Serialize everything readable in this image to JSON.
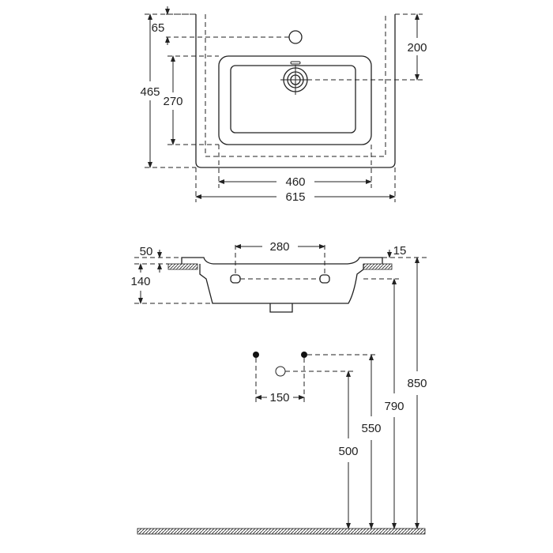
{
  "dimensions": {
    "top_view": {
      "tap_hole_offset": "65",
      "waste_offset": "200",
      "total_depth": "465",
      "bowl_depth": "270",
      "bowl_width": "460",
      "total_width": "615"
    },
    "side_view": {
      "overflow_spacing": "280",
      "rim_height": "50",
      "bowl_height": "140",
      "counter_thickness": "15",
      "supply_spacing": "150",
      "drain_height": "500",
      "supply_height": "550",
      "underside_height": "790",
      "top_height": "850"
    }
  },
  "colors": {
    "line": "#222222",
    "background": "#ffffff"
  }
}
